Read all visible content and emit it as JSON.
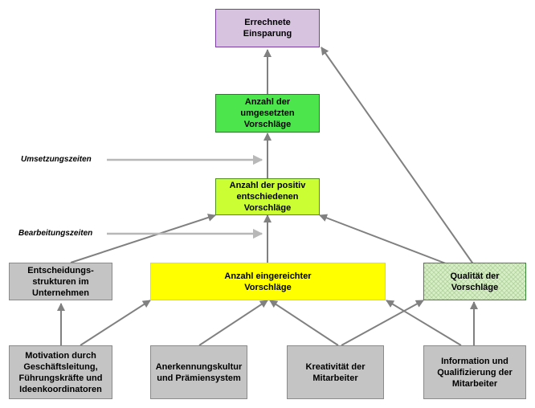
{
  "boxes": {
    "savings": "Errechnete\nEinsparung",
    "implemented": "Anzahl der\numgesetzten\nVorschläge",
    "positive": "Anzahl der positiv\nentschiedenen\nVorschläge",
    "decision_structures": "Entscheidungs-\nstrukturen im\nUnternehmen",
    "submitted": "Anzahl eingereichter\nVorschläge",
    "quality": "Qualität der\nVorschläge",
    "motivation": "Motivation durch\nGeschäftsleitung,\nFührungskräfte und\nIdeenkoordinatoren",
    "recognition": "Anerkennungskultur\nund Prämiensystem",
    "creativity": "Kreativität der\nMitarbeiter",
    "information": "Information und\nQualifizierung der\nMitarbeiter"
  },
  "side_labels": {
    "implementation_times": "Umsetzungszeiten",
    "processing_times": "Bearbeitungszeiten"
  },
  "colors": {
    "arrow": "#808080",
    "side_arrow": "#b8b8b8",
    "savings_fill": "#d7c2e0",
    "implemented_fill": "#4ce64c",
    "positive_fill": "#ccff33",
    "submitted_fill": "#ffff00",
    "quality_fill": "#d8eec6",
    "factor_fill": "#c4c4c4"
  }
}
